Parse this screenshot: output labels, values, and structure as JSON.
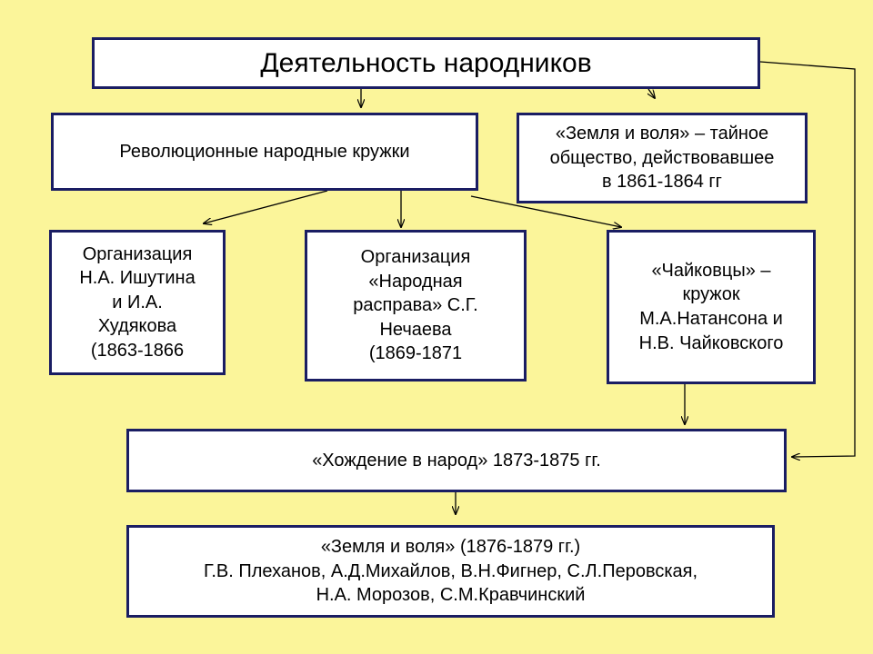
{
  "diagram": {
    "title": "Деятельность народников",
    "nodes": {
      "circles": "Революционные народные кружки",
      "zemlya_1": "«Земля и воля» – тайное\nобщество, действовавшее\nв 1861-1864 гг",
      "ishutin": "Организация\nН.А. Ишутина\nи И.А.\nХудякова\n(1863-1866",
      "nechaev": "Организация\n«Народная\nрасправа» С.Г.\nНечаева\n(1869-1871",
      "chaikovtsy": "«Чайковцы» –\nкружок\nМ.А.Натансона и\nН.В. Чайковского",
      "khozhdenie": "«Хождение в народ»  1873-1875 гг.",
      "zemlya_2": "«Земля и воля» (1876-1879 гг.)\nГ.В. Плеханов, А.Д.Михайлов, В.Н.Фигнер, С.Л.Перовская,\nН.А. Морозов, С.М.Кравчинский"
    },
    "edges": [
      {
        "from": "title",
        "to": "circles"
      },
      {
        "from": "title",
        "to": "zemlya_1"
      },
      {
        "from": "title",
        "to": "khozhdenie"
      },
      {
        "from": "circles",
        "to": "ishutin"
      },
      {
        "from": "circles",
        "to": "nechaev"
      },
      {
        "from": "circles",
        "to": "chaikovtsy"
      },
      {
        "from": "chaikovtsy",
        "to": "khozhdenie"
      },
      {
        "from": "khozhdenie",
        "to": "zemlya_2"
      }
    ]
  },
  "colors": {
    "background": "#fbf59a",
    "node_fill": "#ffffff",
    "node_border": "#1a1d63",
    "arrow": "#000000"
  }
}
